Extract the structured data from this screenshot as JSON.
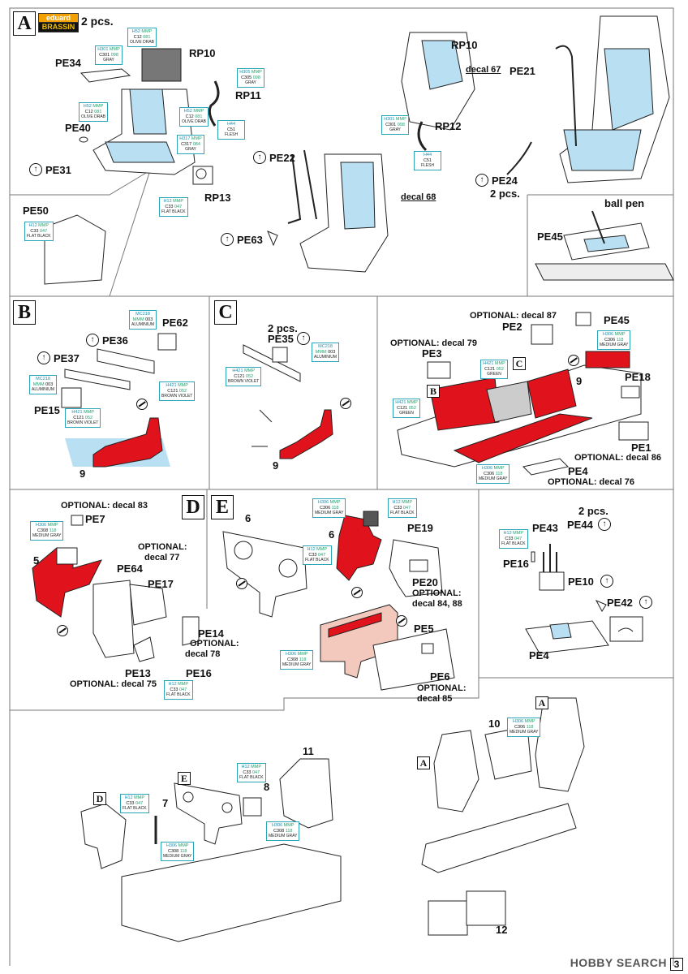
{
  "header": {
    "step_letter": "A",
    "brand_top": "eduard",
    "brand_bottom": "BRASSIN",
    "quantity": "2 pcs."
  },
  "sections": {
    "a": {
      "letter": "A",
      "labels": {
        "rp10_a": "RP10",
        "pe34": "PE34",
        "rp11": "RP11",
        "pe40": "PE40",
        "pe31": "PE31",
        "rp13": "RP13",
        "rp10_b": "RP10",
        "decal67": "decal 67",
        "rp12": "RP12",
        "pe22": "PE22",
        "decal68": "decal 68",
        "pe63": "PE63",
        "pe21": "PE21",
        "pe24": "PE24",
        "pe24_qty": "2 pcs.",
        "pe50": "PE50",
        "ball_pen": "ball pen",
        "pe45": "PE45"
      },
      "paints": [
        {
          "h": "H52",
          "m": "MMP",
          "c": "C12",
          "n": "081",
          "name": "OLIVE DRAB"
        },
        {
          "h": "H301",
          "m": "MMP",
          "c": "C301",
          "n": "098",
          "name": "GRAY"
        },
        {
          "h": "H305",
          "m": "MMP",
          "c": "C305",
          "n": "098",
          "name": "GRAY"
        },
        {
          "h": "H52",
          "m": "MMP",
          "c": "C12",
          "n": "081",
          "name": "OLIVE DRAB"
        },
        {
          "h": "H52",
          "m": "MMP",
          "c": "C12",
          "n": "081",
          "name": "OLIVE DRAB"
        },
        {
          "h": "H317",
          "m": "MMP",
          "c": "C317",
          "n": "084",
          "name": "GRAY"
        },
        {
          "h": "H44",
          "m": "",
          "c": "C51",
          "n": "",
          "name": "FLESH"
        },
        {
          "h": "H12",
          "m": "MMP",
          "c": "C33",
          "n": "047",
          "name": "FLAT BLACK"
        },
        {
          "h": "H301",
          "m": "MMP",
          "c": "C301",
          "n": "098",
          "name": "GRAY"
        },
        {
          "h": "H44",
          "m": "",
          "c": "C51",
          "n": "",
          "name": "FLESH"
        },
        {
          "h": "H12",
          "m": "MMP",
          "c": "C33",
          "n": "047",
          "name": "FLAT BLACK"
        }
      ]
    },
    "b": {
      "letter": "B",
      "labels": {
        "pe62": "PE62",
        "pe36": "PE36",
        "pe37": "PE37",
        "pe15": "PE15",
        "part": "9"
      },
      "paints": [
        {
          "h": "MC218",
          "m": "MMM",
          "c": "",
          "n": "003",
          "name": "ALUMINIUM"
        },
        {
          "h": "MC218",
          "m": "MMM",
          "c": "",
          "n": "003",
          "name": "ALUMINIUM"
        },
        {
          "h": "H421",
          "m": "MMP",
          "c": "C121",
          "n": "052",
          "name": "BROWN VIOLET"
        },
        {
          "h": "H421",
          "m": "MMP",
          "c": "C121",
          "n": "052",
          "name": "BROWN VIOLET"
        }
      ]
    },
    "c": {
      "letter": "C",
      "labels": {
        "qty": "2 pcs.",
        "pe35": "PE35",
        "part": "9"
      },
      "paints": [
        {
          "h": "MC218",
          "m": "MMM",
          "c": "",
          "n": "003",
          "name": "ALUMINIUM"
        },
        {
          "h": "H421",
          "m": "MMP",
          "c": "C121",
          "n": "052",
          "name": "BROWN VIOLET"
        }
      ]
    },
    "d_assy": {
      "labels": {
        "opt87": "OPTIONAL: decal 87",
        "pe2": "PE2",
        "pe45": "PE45",
        "opt79": "OPTIONAL: decal 79",
        "pe3": "PE3",
        "part9": "9",
        "pe18": "PE18",
        "pe1": "PE1",
        "opt86": "OPTIONAL: decal 86",
        "pe4": "PE4",
        "opt76": "OPTIONAL: decal 76",
        "ref_b": "B",
        "ref_c": "C"
      },
      "paints": [
        {
          "h": "H306",
          "m": "MMP",
          "c": "C306",
          "n": "118",
          "name": "MEDIUM GRAY"
        },
        {
          "h": "H421",
          "m": "MMP",
          "c": "C121",
          "n": "052",
          "name": "GREEN"
        },
        {
          "h": "H421",
          "m": "MMP",
          "c": "C121",
          "n": "052",
          "name": "GREEN"
        },
        {
          "h": "H306",
          "m": "MMP",
          "c": "C306",
          "n": "118",
          "name": "MEDIUM GRAY"
        }
      ]
    },
    "d": {
      "letter": "D",
      "labels": {
        "opt83": "OPTIONAL: decal 83",
        "pe7": "PE7",
        "part5": "5",
        "opt77_a": "OPTIONAL:",
        "opt77_b": "decal 77",
        "pe64": "PE64",
        "pe17": "PE17",
        "pe14": "PE14",
        "opt78_a": "OPTIONAL:",
        "opt78_b": "decal 78",
        "pe13": "PE13",
        "pe16": "PE16",
        "opt75": "OPTIONAL: decal 75"
      },
      "paints": [
        {
          "h": "H306",
          "m": "MMP",
          "c": "C308",
          "n": "118",
          "name": "MEDIUM GRAY"
        },
        {
          "h": "H12",
          "m": "MMP",
          "c": "C33",
          "n": "047",
          "name": "FLAT BLACK"
        }
      ]
    },
    "e": {
      "letter": "E",
      "labels": {
        "part6_a": "6",
        "part6_b": "6",
        "pe19": "PE19",
        "pe20": "PE20",
        "opt84_a": "OPTIONAL:",
        "opt84_b": "decal 84, 88",
        "pe5": "PE5",
        "pe6": "PE6",
        "opt85_a": "OPTIONAL:",
        "opt85_b": "decal 85"
      },
      "paints": [
        {
          "h": "H306",
          "m": "MMP",
          "c": "C306",
          "n": "118",
          "name": "MEDIUM GRAY"
        },
        {
          "h": "H12",
          "m": "MMP",
          "c": "C33",
          "n": "047",
          "name": "FLAT BLACK"
        },
        {
          "h": "H12",
          "m": "MMP",
          "c": "C33",
          "n": "047",
          "name": "FLAT BLACK"
        },
        {
          "h": "H306",
          "m": "MMP",
          "c": "C308",
          "n": "118",
          "name": "MEDIUM GRAY"
        }
      ]
    },
    "pe4": {
      "labels": {
        "qty": "2 pcs.",
        "pe43": "PE43",
        "pe44": "PE44",
        "pe16": "PE16",
        "pe10": "PE10",
        "pe42": "PE42",
        "pe4": "PE4"
      },
      "paints": [
        {
          "h": "H12",
          "m": "MMP",
          "c": "C33",
          "n": "047",
          "name": "FLAT BLACK"
        }
      ]
    },
    "final_left": {
      "labels": {
        "ref_d": "D",
        "part7": "7",
        "ref_e": "E",
        "part8": "8",
        "part11": "11"
      },
      "paints": [
        {
          "h": "H12",
          "m": "MMP",
          "c": "C33",
          "n": "047",
          "name": "FLAT BLACK"
        },
        {
          "h": "H12",
          "m": "MMP",
          "c": "C33",
          "n": "047",
          "name": "FLAT BLACK"
        },
        {
          "h": "H306",
          "m": "MMP",
          "c": "C308",
          "n": "118",
          "name": "MEDIUM GRAY"
        },
        {
          "h": "H306",
          "m": "MMP",
          "c": "C308",
          "n": "118",
          "name": "MEDIUM GRAY"
        }
      ]
    },
    "final_right": {
      "labels": {
        "ref_a1": "A",
        "ref_a2": "A",
        "part10": "10",
        "part12": "12"
      },
      "paints": [
        {
          "h": "H306",
          "m": "MMP",
          "c": "C306",
          "n": "118",
          "name": "MEDIUM GRAY"
        }
      ]
    }
  },
  "footer": {
    "watermark": "HOBBY SEARCH",
    "page": "3"
  },
  "colors": {
    "paint_cue": "#b9e0f2",
    "red_cue": "#e0121b",
    "outline": "#222222",
    "frame": "#777777"
  }
}
